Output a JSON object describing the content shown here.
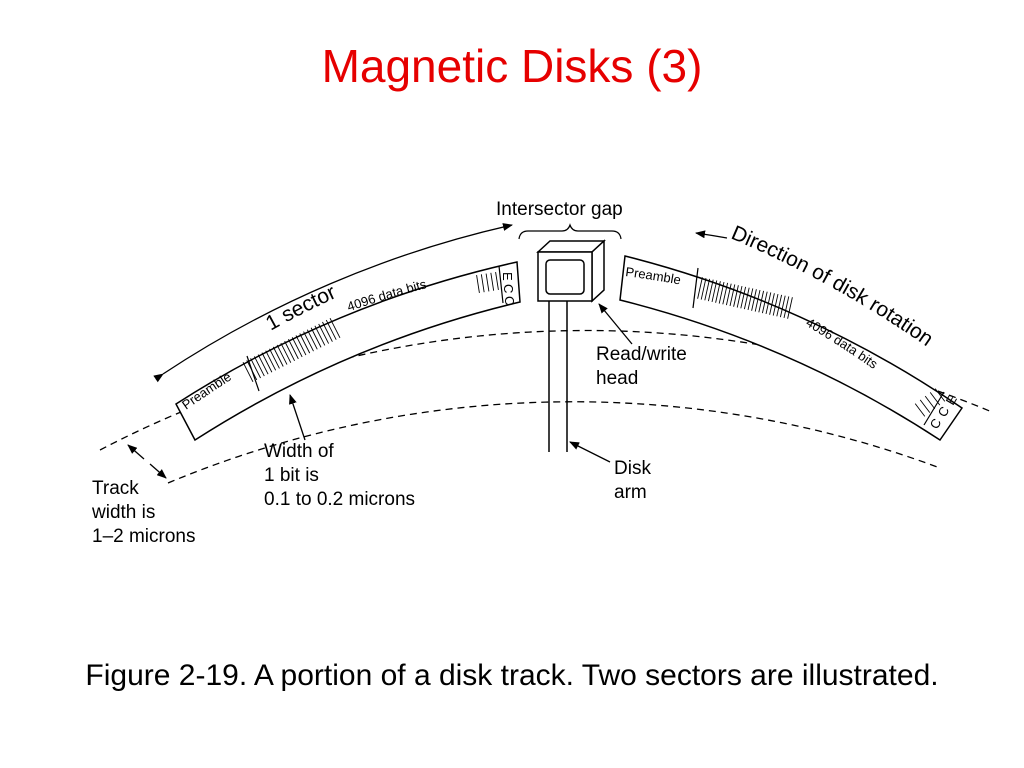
{
  "slide": {
    "title": "Magnetic Disks (3)",
    "title_color": "#e60000",
    "caption": "Figure 2-19. A portion of a disk track. Two sectors are illustrated."
  },
  "diagram": {
    "labels": {
      "intersector_gap": "Intersector gap",
      "one_sector": "1 sector",
      "direction": "Direction of disk rotation",
      "read_write_1": "Read/write",
      "read_write_2": "head",
      "disk_arm_1": "Disk",
      "disk_arm_2": "arm",
      "bit_width_1": "Width of",
      "bit_width_2": "1 bit is",
      "bit_width_3": "0.1 to 0.2 microns",
      "track_width_1": "Track",
      "track_width_2": "width is",
      "track_width_3": "1–2 microns"
    },
    "sectors": [
      {
        "preamble": "Preamble",
        "data": "4096 data bits",
        "ecc": "ECC"
      },
      {
        "preamble": "Preamble",
        "data": "4096 data bits",
        "ecc": "ECC"
      }
    ]
  }
}
